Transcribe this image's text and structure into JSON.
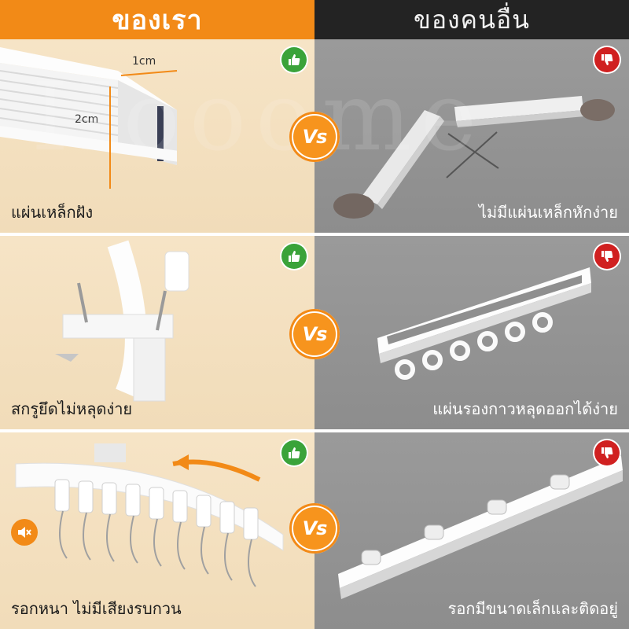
{
  "headers": {
    "ours": "ของเรา",
    "theirs": "ของคนอื่น"
  },
  "rows": [
    {
      "ours_caption": "แผ่นเหล็กฝัง",
      "theirs_caption": "ไม่มีแผ่นเหล็กหักง่าย",
      "dim_width": "1cm",
      "dim_height": "2cm"
    },
    {
      "ours_caption": "สกรูยึดไม่หลุดง่าย",
      "theirs_caption": "แผ่นรองกาวหลุดออกได้ง่าย"
    },
    {
      "ours_caption": "รอกหนา ไม่มีเสียงรบกวน",
      "theirs_caption": "รอกมีขนาดเล็กและติดอยู่"
    }
  ],
  "vs_label": "Vs",
  "watermark": "Hooome",
  "icons": {
    "good": "thumbs-up-icon",
    "bad": "thumbs-down-icon",
    "mute": "mute-speaker-icon"
  },
  "colors": {
    "accent_orange": "#f28a17",
    "good_green": "#3aa33a",
    "bad_red": "#d02020",
    "header_dark": "#232323"
  }
}
